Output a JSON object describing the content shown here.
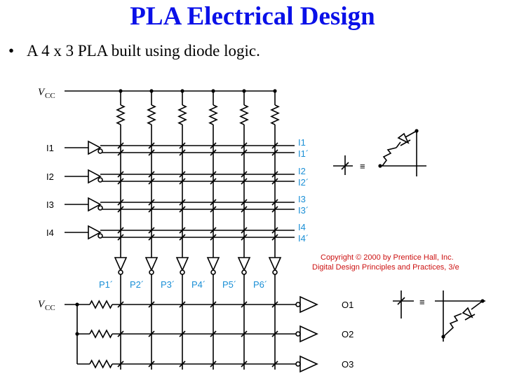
{
  "slide": {
    "title": "PLA Electrical Design",
    "bullet_mark": "•",
    "bullet_text": "A 4 x 3 PLA built using diode logic."
  },
  "diagram": {
    "vcc_top": "V",
    "vcc_top_sub": "CC",
    "vcc_bottom": "V",
    "vcc_bottom_sub": "CC",
    "inputs": [
      "I1",
      "I2",
      "I3",
      "I4"
    ],
    "input_lines": [
      "I1",
      "I1´",
      "I2",
      "I2´",
      "I3",
      "I3´",
      "I4",
      "I4´"
    ],
    "products": [
      "P1´",
      "P2´",
      "P3´",
      "P4´",
      "P5´",
      "P6´"
    ],
    "outputs": [
      "O1",
      "O2",
      "O3"
    ],
    "equiv_symbol_top": "≡",
    "equiv_symbol_bottom": "≡",
    "copyright_line1": "Copyright © 2000 by Prentice Hall, Inc.",
    "copyright_line2": "Digital Design Principles and Practices, 3/e",
    "colors": {
      "title": "#0a10e8",
      "line_labels": "#1a8fd6",
      "copyright": "#cc1111"
    }
  }
}
